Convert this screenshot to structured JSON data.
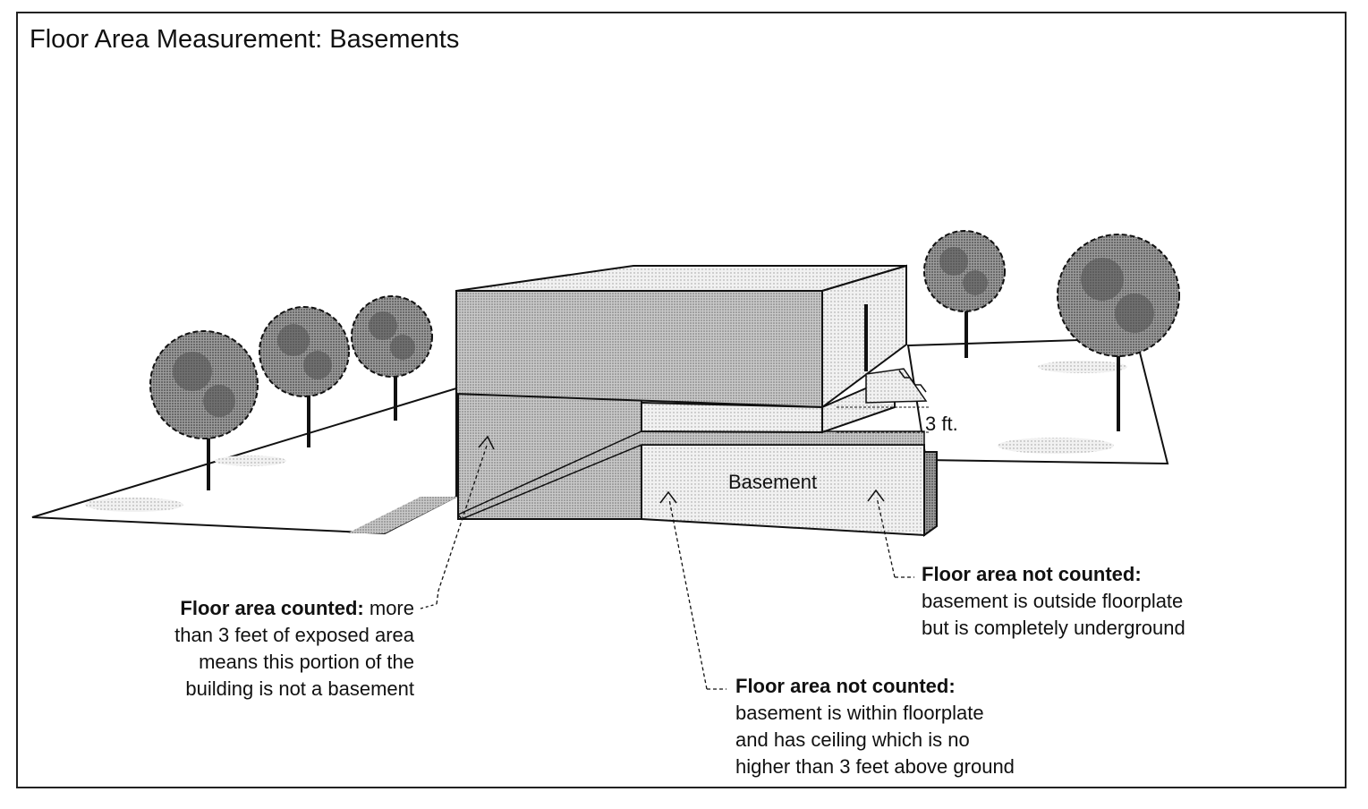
{
  "title": "Floor Area Measurement: Basements",
  "labels": {
    "basement": "Basement",
    "three_ft": "3 ft."
  },
  "callouts": {
    "counted": {
      "heading": "Floor area counted:",
      "first_tail": " more",
      "lines": [
        "than 3 feet of exposed area",
        "means this portion of the",
        "building is not a basement"
      ]
    },
    "not_counted_outside": {
      "heading": "Floor area not counted:",
      "lines": [
        "basement is outside floorplate",
        "but is completely underground"
      ]
    },
    "not_counted_within": {
      "heading": "Floor area not counted:",
      "lines": [
        "basement is within floorplate",
        "and has ceiling which is no",
        "higher than 3 feet above ground"
      ]
    }
  }
}
